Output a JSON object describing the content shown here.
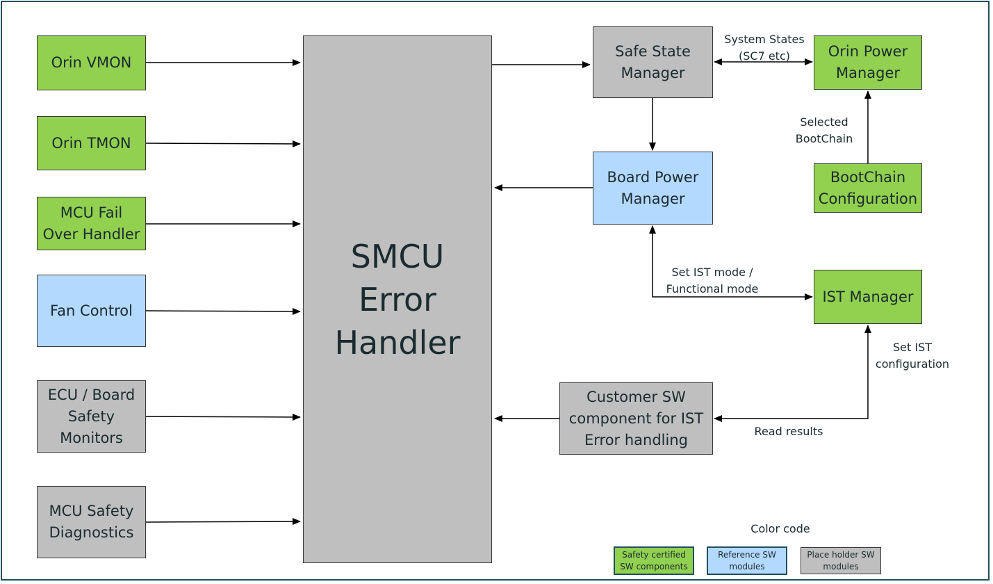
{
  "colors": {
    "safety_certified": "#92d050",
    "reference": "#b4d9ff",
    "placeholder": "#bfbfbf",
    "frame": "#1f4e5c",
    "line": "#000000"
  },
  "left_blocks": {
    "orin_vmon": "Orin VMON",
    "orin_tmon": "Orin TMON",
    "mcu_failover": "MCU Fail\nOver Handler",
    "fan_control": "Fan Control",
    "ecu_board": "ECU / Board\nSafety\nMonitors",
    "mcu_safety": "MCU Safety\nDiagnostics"
  },
  "center_block": {
    "smcu": "SMCU\nError\nHandler"
  },
  "right_blocks": {
    "safe_state": "Safe State\nManager",
    "board_power": "Board Power\nManager",
    "customer_sw": "Customer SW\ncomponent for IST\nError handling",
    "orin_power": "Orin Power\nManager",
    "bootchain": "BootChain\nConfiguration",
    "ist_manager": "IST Manager"
  },
  "connector_labels": {
    "system_states": "System States\n(SC7 etc)",
    "selected_bootchain": "Selected\nBootChain",
    "set_ist_mode": "Set IST mode /\nFunctional mode",
    "set_ist_config": "Set IST\nconfiguration",
    "read_results": "Read results"
  },
  "legend": {
    "title": "Color code",
    "safety_certified": "Safety certified\nSW components",
    "reference": "Reference SW\nmodules",
    "placeholder": "Place holder SW\nmodules"
  }
}
